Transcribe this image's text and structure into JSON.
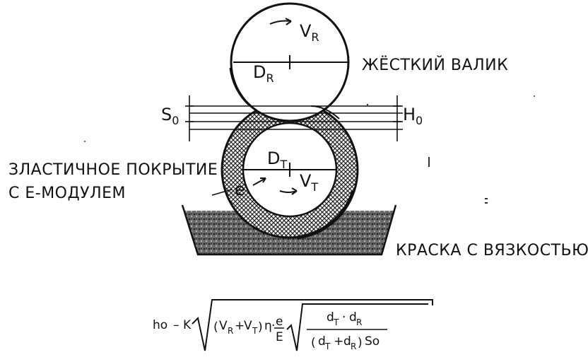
{
  "labels": {
    "rigid_roller": "ЖЁСТКИЙ ВАЛИК",
    "elastic_coating_1": "ЗЛАСТИЧНОЕ ПОКРЫТИЕ",
    "elastic_coating_2": "С Е-МОДУЛЕМ",
    "ink": "КРАСКА С ВЯЗКОСТЬЮ"
  },
  "symbols": {
    "VR": {
      "main": "V",
      "sub": "R"
    },
    "DR": {
      "main": "D",
      "sub": "R"
    },
    "DT": {
      "main": "D",
      "sub": "T"
    },
    "VT": {
      "main": "V",
      "sub": "T"
    },
    "S0": {
      "main": "S",
      "sub": "0"
    },
    "H0": {
      "main": "H",
      "sub": "0"
    },
    "e": "e"
  },
  "formula": {
    "lhs": "ho",
    "dash": "–",
    "k": "K",
    "open_paren": "(",
    "V": "V",
    "R": "R",
    "plus": "+",
    "T": "T",
    "close_paren": ")",
    "eta": "η",
    "dot": "·",
    "e": "e",
    "E": "E",
    "num_d": "d",
    "num_dot": "·",
    "den_so": "So"
  },
  "colors": {
    "ink": "#111111",
    "hatch": "#222222"
  }
}
